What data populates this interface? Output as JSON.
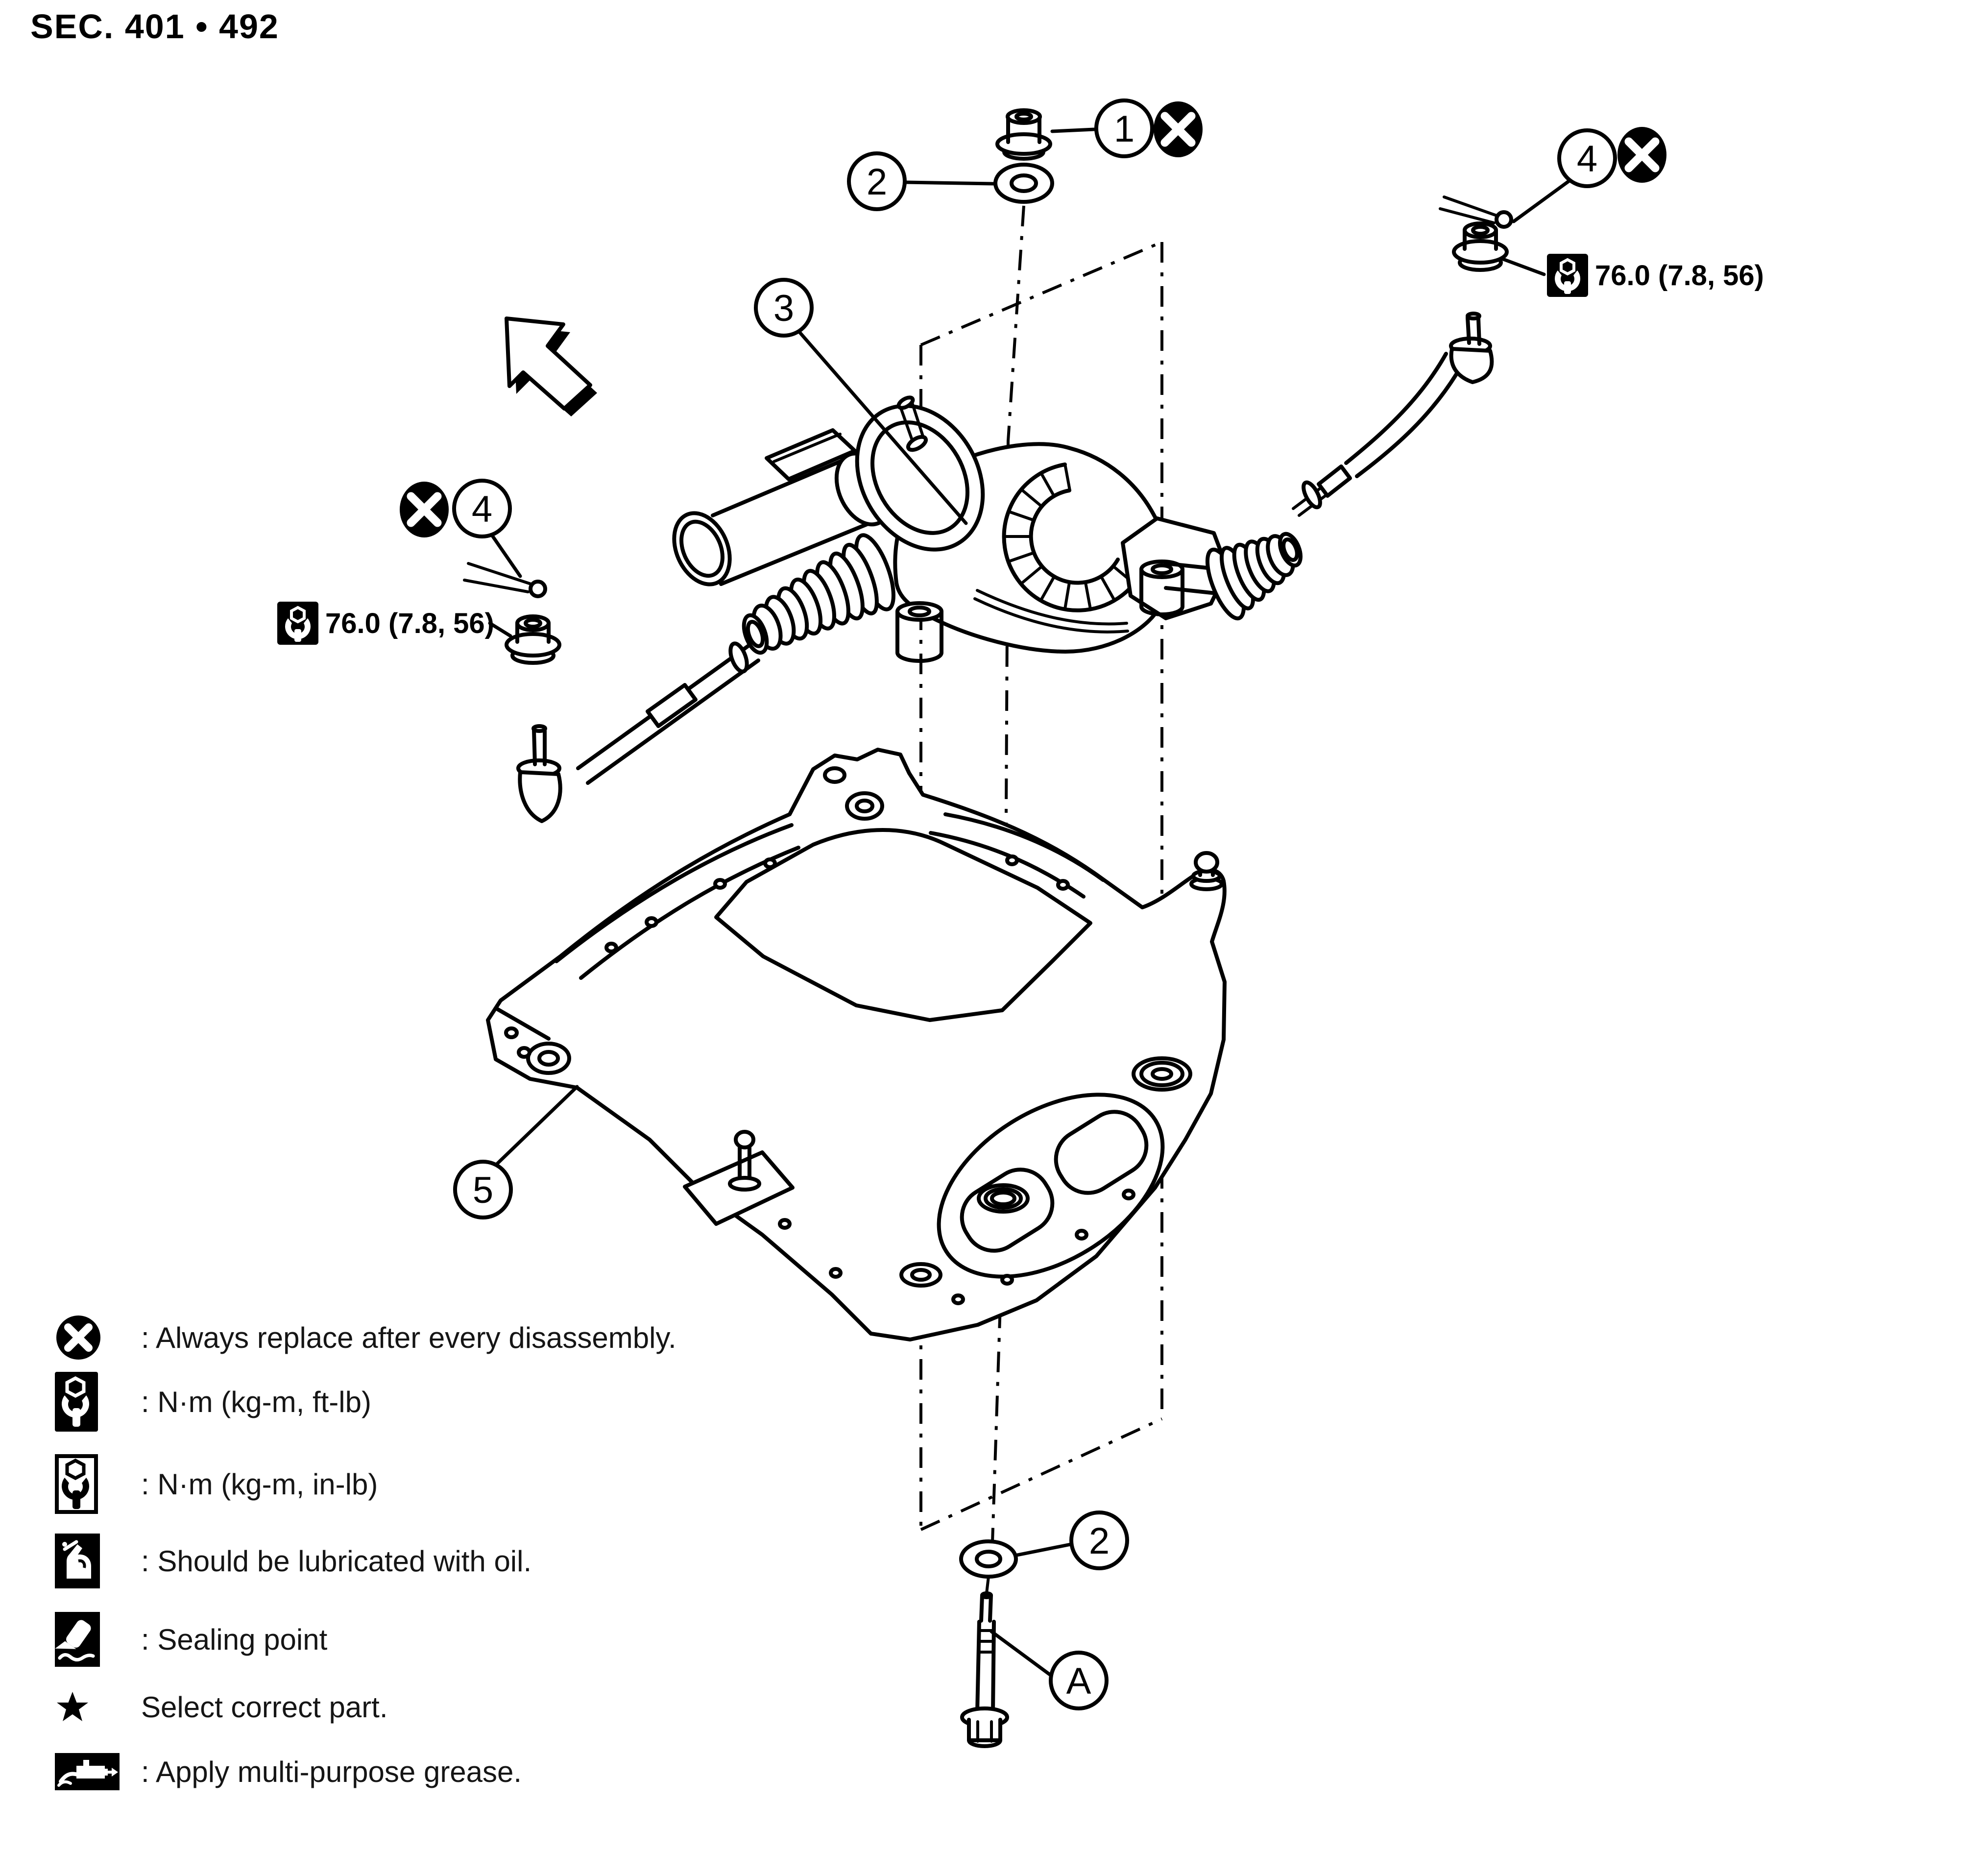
{
  "page": {
    "section_title": "SEC. 401 • 492"
  },
  "colors": {
    "ink": "#000000",
    "paper": "#ffffff"
  },
  "callouts": [
    {
      "label": "1",
      "replace_marker": true
    },
    {
      "label": "2"
    },
    {
      "label": "3"
    },
    {
      "label": "4",
      "replace_marker": true
    },
    {
      "label": "4",
      "replace_marker": true
    },
    {
      "label": "5"
    },
    {
      "label": "2"
    },
    {
      "label": "A"
    }
  ],
  "torque_labels": [
    {
      "value": "76.0 (7.8, 56)"
    },
    {
      "value": "76.0 (7.8, 56)"
    }
  ],
  "legend": {
    "items": [
      {
        "icon": "replace-icon",
        "text": ": Always replace after every disassembly."
      },
      {
        "icon": "torque-ftlb-icon",
        "text": ": N·m (kg-m, ft-lb)"
      },
      {
        "icon": "torque-inlb-icon",
        "text": ": N·m (kg-m, in-lb)"
      },
      {
        "icon": "oil-icon",
        "text": ": Should be lubricated with oil."
      },
      {
        "icon": "sealing-icon",
        "text": ": Sealing point"
      },
      {
        "icon": "star-icon",
        "text": "Select correct part."
      },
      {
        "icon": "grease-icon",
        "text": ": Apply multi-purpose grease."
      }
    ]
  }
}
